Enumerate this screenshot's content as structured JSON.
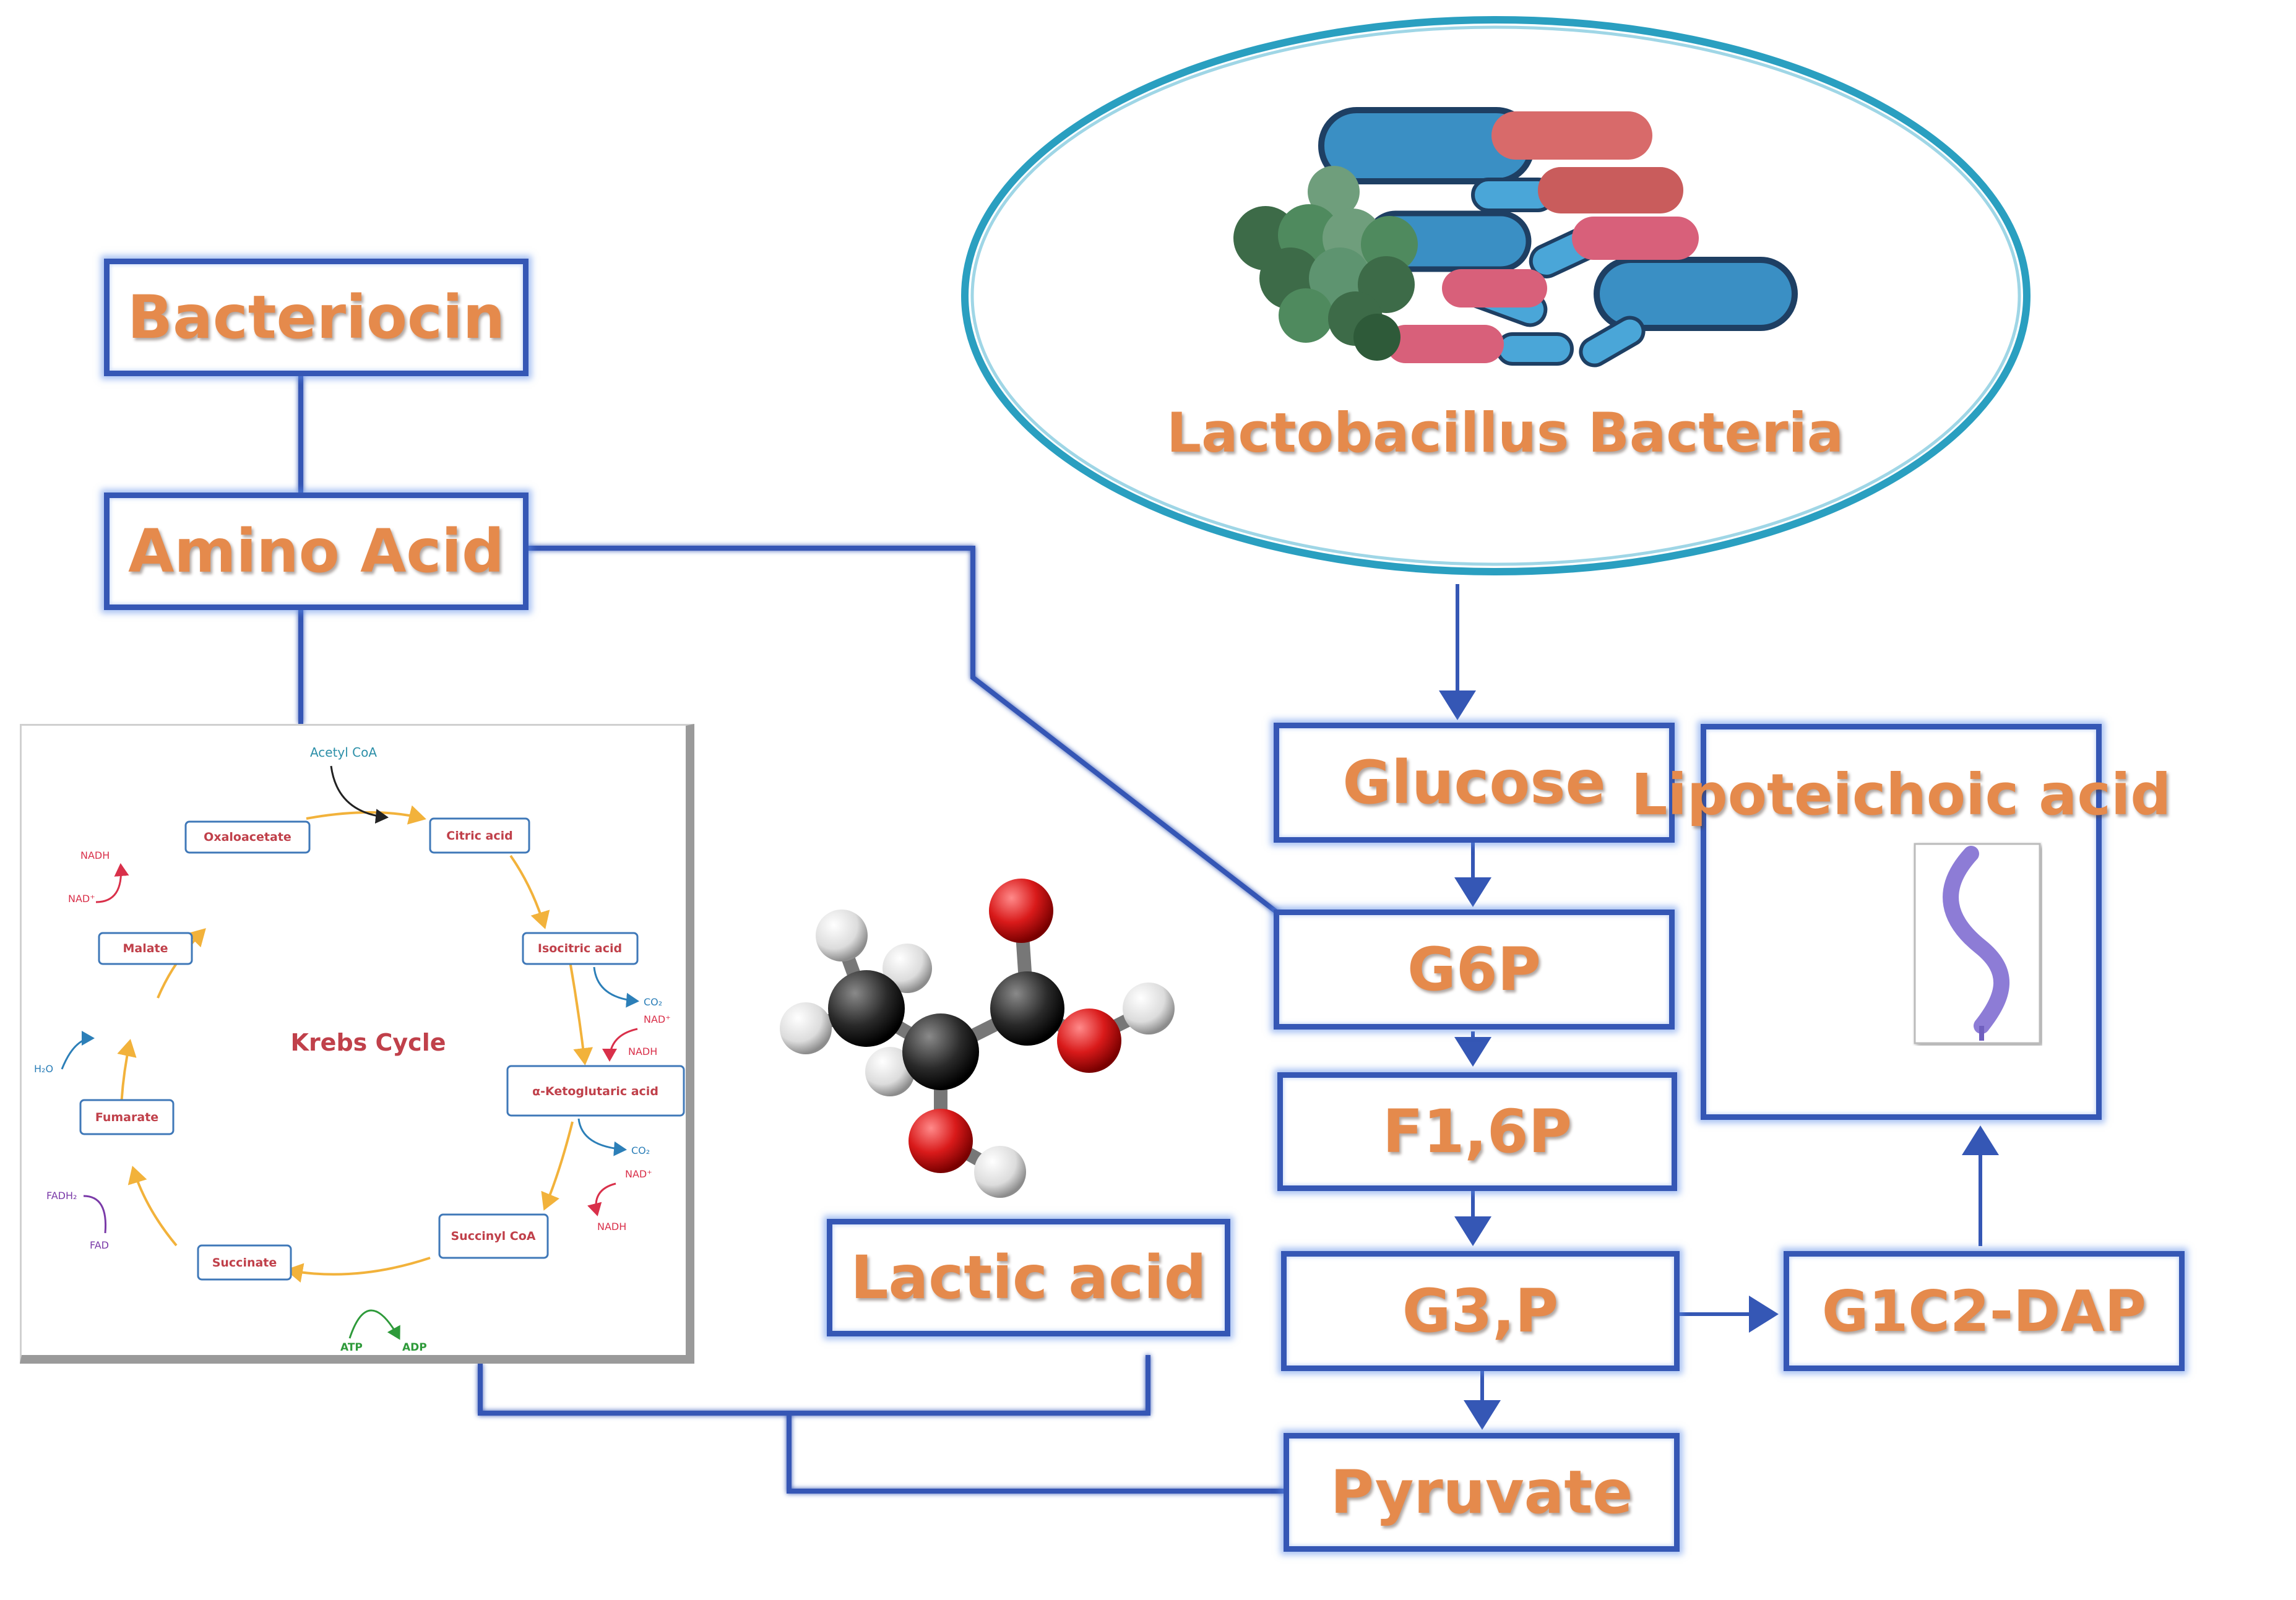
{
  "nodes": {
    "bacteriocin": "Bacteriocin",
    "amino_acid": "Amino Acid",
    "bacteria": "Lactobacillus Bacteria",
    "glucose": "Glucose",
    "g6p": "G6P",
    "f16p": "F1,6P",
    "g3p": "G3,P",
    "g1c2dap": "G1C2-DAP",
    "pyruvate": "Pyruvate",
    "lactic_acid": "Lactic acid",
    "lipoteichoic": "Lipoteichoic acid"
  },
  "krebs": {
    "title": "Krebs Cycle",
    "acetyl": "Acetyl CoA",
    "steps": {
      "citric": "Citric acid",
      "isocitric": "Isocitric acid",
      "ketoglutaric": "α-Ketoglutaric acid",
      "succinyl": "Succinyl CoA",
      "succinate": "Succinate",
      "fumarate": "Fumarate",
      "malate": "Malate",
      "oxaloacetate": "Oxaloacetate"
    },
    "side": {
      "co2_1": "CO₂",
      "nad_1": "NAD⁺",
      "nadh_1": "NADH",
      "co2_2": "CO₂",
      "nad_2": "NAD⁺",
      "nadh_2": "NADH",
      "atp": "ATP",
      "adp": "ADP",
      "fadh2": "FADH₂",
      "fad": "FAD",
      "h2o": "H₂O",
      "nad_3": "NAD⁺",
      "nadh_3": "NADH"
    }
  },
  "colors": {
    "box_border": "#3557b5",
    "label_orange": "#e58a4c",
    "ellipse_border": "#2a9fc0",
    "krebs_box_border": "#3f78b8",
    "krebs_text_red": "#c0404a",
    "krebs_arrow": "#f2b23b"
  }
}
